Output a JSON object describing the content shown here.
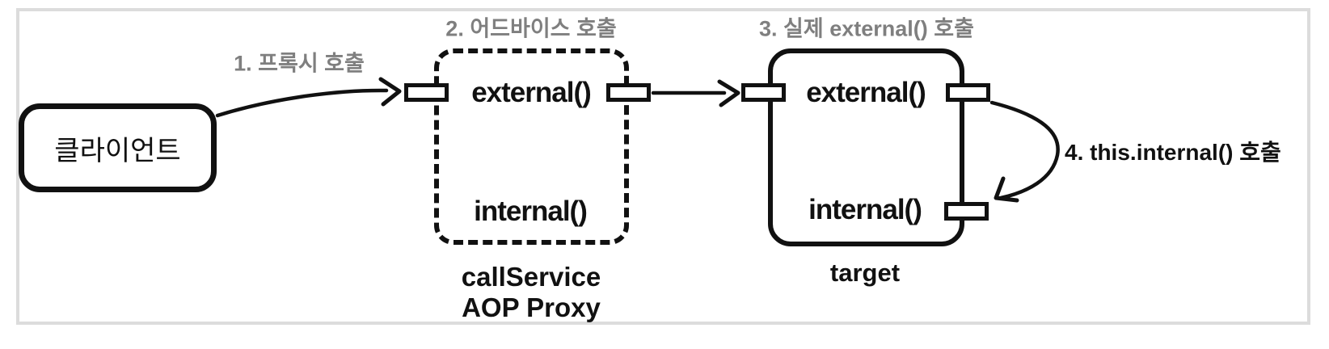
{
  "client": {
    "label": "클라이언트"
  },
  "proxy": {
    "external_method": "external()",
    "internal_method": "internal()",
    "caption_line1": "callService",
    "caption_line2": "AOP Proxy"
  },
  "target": {
    "external_method": "external()",
    "internal_method": "internal()",
    "caption": "target"
  },
  "steps": {
    "step1": "1. 프록시 호출",
    "step2": "2. 어드바이스 호출",
    "step3": "3. 실제 external() 호출",
    "step4": "4. this.internal() 호출"
  },
  "colors": {
    "stroke": "#111111",
    "step_label_gray": "#7f7f7f",
    "step4_label": "#111111",
    "frame_border": "#dcdcdc",
    "background": "#ffffff"
  }
}
